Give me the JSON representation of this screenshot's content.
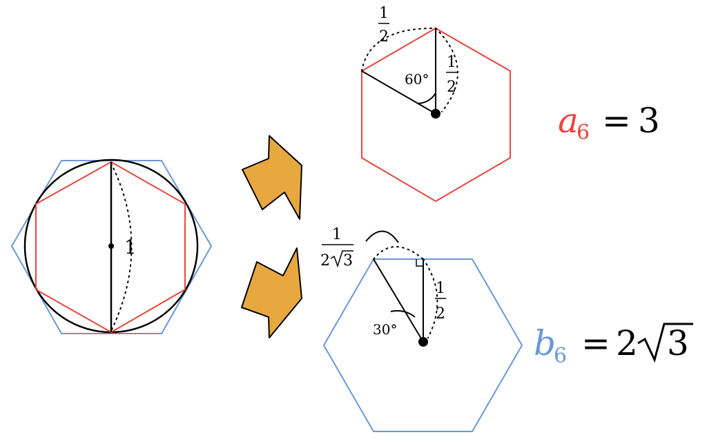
{
  "left_figure": {
    "radius_label": "1"
  },
  "top_figure": {
    "half_side_arc": {
      "num": "1",
      "den": "2"
    },
    "half_side_vertical": {
      "num": "1",
      "den": "2"
    },
    "angle_label": "60°"
  },
  "bottom_figure": {
    "arc_fraction": {
      "num": "1",
      "den": "2",
      "radical": "3"
    },
    "half_side_vertical": {
      "num": "1",
      "den": "2"
    },
    "angle_label": "30°"
  },
  "formula_a": {
    "symbol": "a",
    "subscript": "6",
    "equals": "=",
    "value": "3"
  },
  "formula_b": {
    "symbol": "b",
    "subscript": "6",
    "equals": "=",
    "coef": "2",
    "radical": "3"
  },
  "colors": {
    "inscribed": "#e8453c",
    "circumscribed": "#6a97d8",
    "arrow_fill": "#e8a840",
    "stroke": "#000000"
  }
}
